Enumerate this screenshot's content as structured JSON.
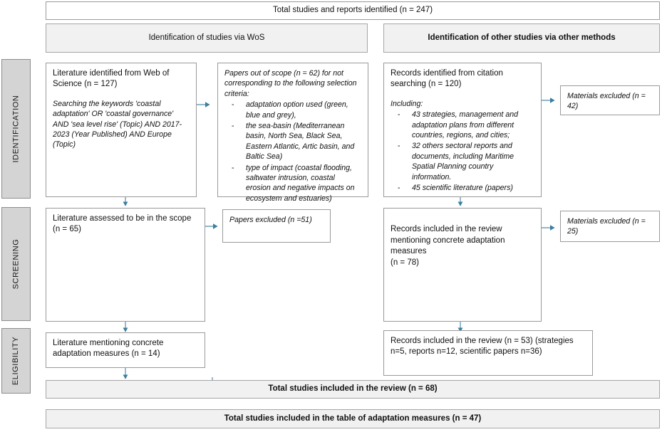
{
  "theme": {
    "arrow_color": "#3a7e9e",
    "stage_fill": "#d4d4d4",
    "header_fill": "#f1f1f1",
    "box_border": "#9a9a9a",
    "page_bg": "#ffffff"
  },
  "top_banner": {
    "label": "Total studies and reports identified (n = 247)"
  },
  "column_headers": {
    "left": "Identification of studies via WoS",
    "right": "Identification of other studies via other methods"
  },
  "stages": [
    {
      "key": "identification",
      "label": "IDENTIFICATION"
    },
    {
      "key": "screening",
      "label": "SCREENING"
    },
    {
      "key": "eligibility",
      "label": "ELIGIBILITY"
    }
  ],
  "identification": {
    "wos_source": {
      "heading": "Literature  identified from Web of Science (n = 127)",
      "note": "Searching the keywords 'coastal adaptation' OR 'coastal governance' AND 'sea level rise' (Topic) AND 2017-2023 (Year Published) AND Europe (Topic)"
    },
    "out_of_scope": {
      "heading": "Papers out of scope (n = 62) for not corresponding to the following selection criteria:",
      "items": [
        "adaptation option used (green, blue and grey),",
        "the sea-basin (Mediterranean basin, North Sea, Black Sea, Eastern Atlantic, Artic basin, and Baltic Sea)",
        "type of impact (coastal flooding, saltwater intrusion, coastal erosion and negative impacts on ecosystem and estuaries)"
      ]
    },
    "citation_source": {
      "heading": "Records identified from citation searching (n = 120)",
      "note": "Including:",
      "items": [
        "43 strategies, management and adaptation plans from different countries, regions, and cities;",
        "32 others sectoral reports and documents, including Maritime Spatial Planning country information.",
        "45 scientific literature (papers)"
      ]
    },
    "materials_excluded": {
      "label": "Materials excluded (n = 42)"
    }
  },
  "screening": {
    "in_scope": {
      "label": "Literature  assessed to be in the scope (n = 65)"
    },
    "papers_excluded": {
      "label": "Papers excluded (n =51)"
    },
    "records_included": {
      "label": "Records included in the review mentioning concrete adaptation measures\n(n = 78)"
    },
    "materials_excluded": {
      "label": "Materials excluded (n = 25)"
    }
  },
  "eligibility": {
    "literature_concrete": {
      "label": "Literature  mentioning concrete adaptation measures (n = 14)"
    },
    "records_review": {
      "label": "Records included in the review  (n = 53) (strategies n=5, reports n=12, scientific papers n=36)"
    }
  },
  "totals": {
    "included_review": "Total studies included in the review (n = 68)",
    "included_table": "Total studies included in the table of adaptation measures (n = 47)"
  }
}
